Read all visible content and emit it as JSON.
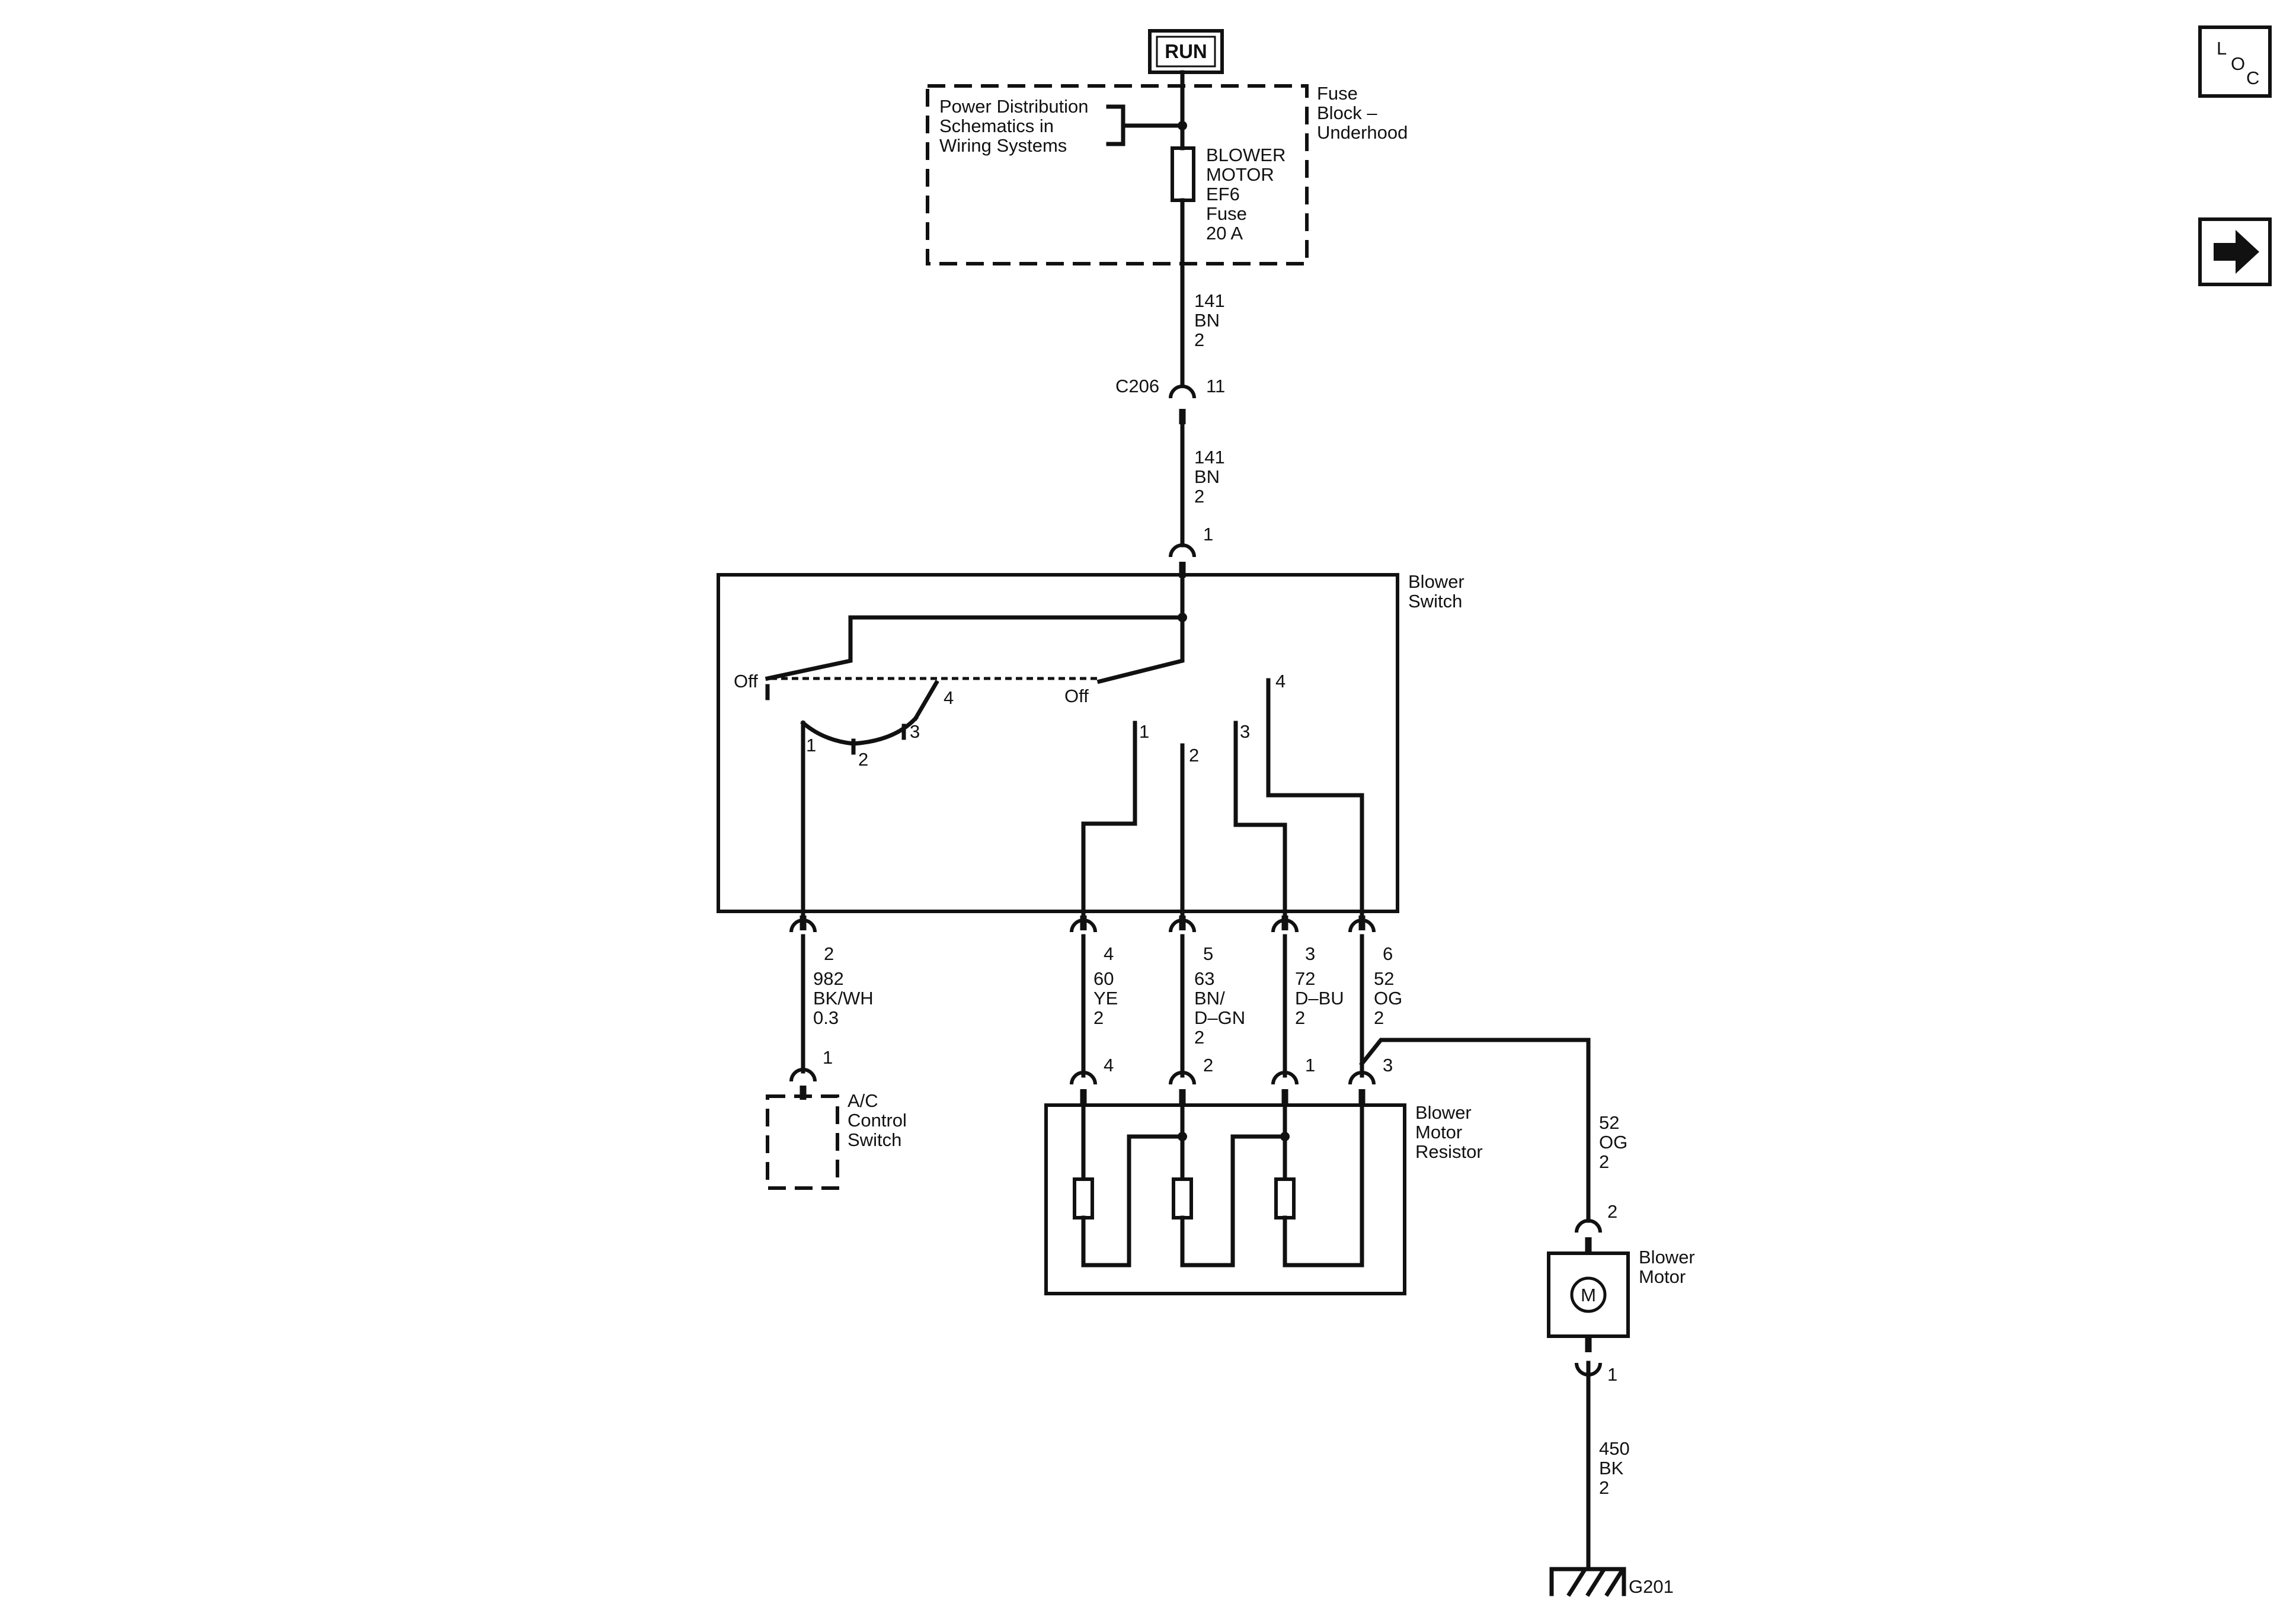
{
  "run_label": "RUN",
  "loc_button": {
    "letters": [
      "L",
      "O",
      "C"
    ]
  },
  "nav_arrow_icon": "right-arrow-icon",
  "fuse_block": {
    "title": [
      "Fuse",
      "Block –",
      "Underhood"
    ],
    "power_ref": [
      "Power Distribution",
      "Schematics in",
      "Wiring Systems"
    ],
    "fuse_label": [
      "BLOWER",
      "MOTOR",
      "EF6",
      "Fuse",
      "20 A"
    ]
  },
  "wire_top_1": [
    "141",
    "BN",
    "2"
  ],
  "connector_c206": {
    "name": "C206",
    "pin": "11"
  },
  "wire_top_2": [
    "141",
    "BN",
    "2"
  ],
  "blower_switch": {
    "title": [
      "Blower",
      "Switch"
    ],
    "input_pin": "1",
    "off_left": "Off",
    "off_right": "Off",
    "deck_left_positions": [
      "1",
      "2",
      "3",
      "4"
    ],
    "deck_right_positions": [
      "1",
      "2",
      "3",
      "4"
    ],
    "output_pins": [
      "2",
      "4",
      "5",
      "3",
      "6"
    ]
  },
  "wires_out": [
    [
      "982",
      "BK/WH",
      "0.3"
    ],
    [
      "60",
      "YE",
      "2"
    ],
    [
      "63",
      "BN/",
      "D–GN",
      "2"
    ],
    [
      "72",
      "D–BU",
      "2"
    ],
    [
      "52",
      "OG",
      "2"
    ]
  ],
  "ac_control_switch": {
    "title": [
      "A/C",
      "Control",
      "Switch"
    ],
    "pin": "1"
  },
  "blower_motor_resistor": {
    "title": [
      "Blower",
      "Motor",
      "Resistor"
    ],
    "pins": [
      "4",
      "2",
      "1",
      "3"
    ]
  },
  "wire_motor_feed": [
    "52",
    "OG",
    "2"
  ],
  "blower_motor": {
    "title": [
      "Blower",
      "Motor"
    ],
    "symbol": "M",
    "pin_top": "2",
    "pin_bottom": "1"
  },
  "wire_ground": [
    "450",
    "BK",
    "2"
  ],
  "ground": {
    "name": "G201"
  }
}
